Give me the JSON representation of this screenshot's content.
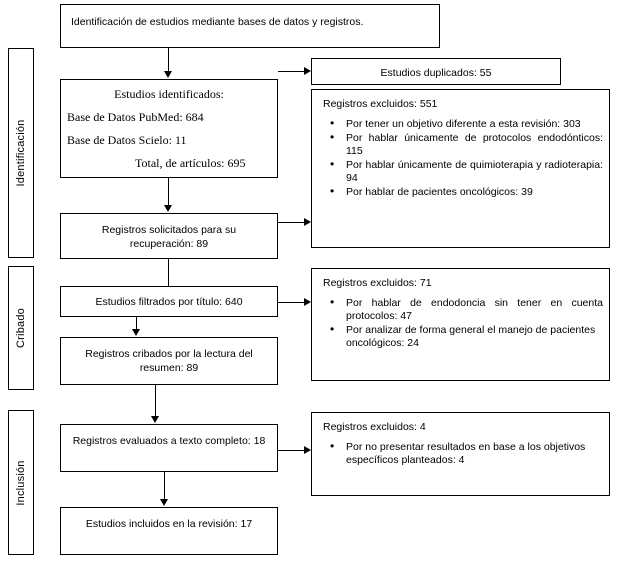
{
  "diagram": {
    "title": "Identificación de estudios mediante bases de datos y registros.",
    "stages": [
      {
        "id": "identificacion",
        "label": "Identificación"
      },
      {
        "id": "cribado",
        "label": "Cribado"
      },
      {
        "id": "inclusion",
        "label": "Inclusión"
      }
    ],
    "header_box": {
      "text": "Identificación de estudios mediante bases de datos y registros."
    },
    "identified": {
      "line1": "Estudios identificados:",
      "line2": "Base de Datos PubMed: 684",
      "line3": "Base de Datos Scielo: 11",
      "line4": "Total, de artículos: 695"
    },
    "duplicates": {
      "text": "Estudios duplicados: 55"
    },
    "excluded_551": {
      "title": "Registros excluidos: 551",
      "items": [
        "Por tener un objetivo diferente a esta revisión: 303",
        "Por hablar únicamente de protocolos endodónticos: 115",
        "Por hablar únicamente de quimioterapia y radioterapia: 94",
        "Por hablar de pacientes oncológicos: 39"
      ]
    },
    "retrieved": {
      "text": "Registros solicitados para su recuperación: 89"
    },
    "screened_title": {
      "text": "Estudios filtrados por título: 640"
    },
    "excluded_71": {
      "title": "Registros excluidos: 71",
      "items": [
        "Por hablar de endodoncia sin tener en cuenta protocolos: 47",
        "Por analizar de forma general el manejo de pacientes oncológicos: 24"
      ]
    },
    "screened_abstract": {
      "text": "Registros cribados por la lectura del resumen: 89"
    },
    "fulltext": {
      "text": "Registros evaluados a texto completo: 18"
    },
    "excluded_4": {
      "title": "Registros excluidos: 4",
      "items": [
        "Por no presentar resultados en base a los objetivos específicos planteados: 4"
      ]
    },
    "included": {
      "text": "Estudios incluidos en la revisión: 17"
    },
    "colors": {
      "border": "#000000",
      "background": "#ffffff",
      "text": "#000000"
    }
  }
}
